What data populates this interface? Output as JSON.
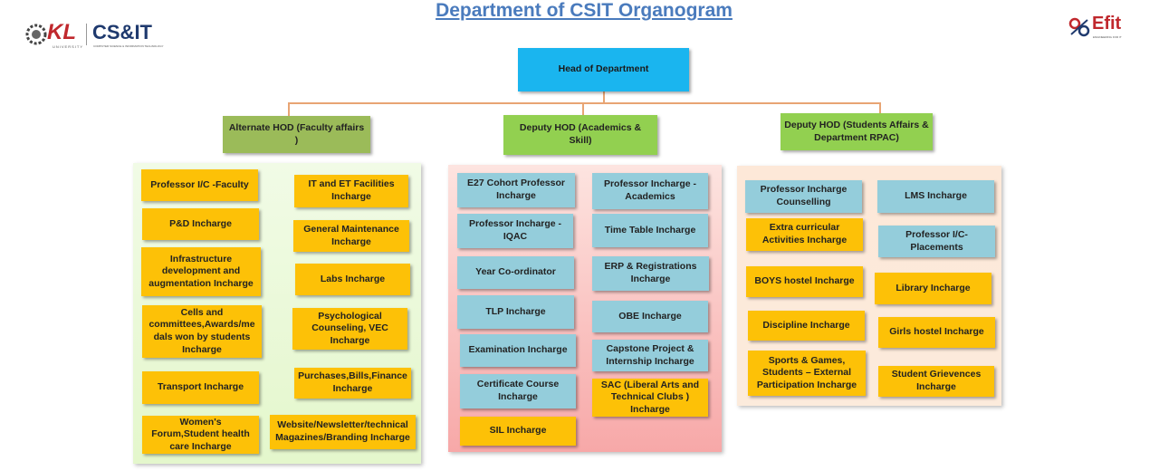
{
  "header": {
    "title": "Department of CSIT Organogram",
    "left_logo_kl": "KL",
    "left_logo_university": "UNIVERSITY",
    "left_logo_cs": "CS&IT",
    "left_logo_sub": "COMPUTER SCIENCE & INFORMATION TECHNOLOGY",
    "right_logo_text": "Efit",
    "right_logo_sub": "ENGINEERING FOR IT"
  },
  "colors": {
    "accent_orange": "#fdc107",
    "accent_blue": "#94cddb",
    "green": "#92d050",
    "connector": "#e8a574",
    "title": "#4a7bbd"
  },
  "head": "Head of Department",
  "branches": [
    {
      "title": "Alternate HOD (Faculty affairs )",
      "col1": [
        "Professor I/C -Faculty",
        "P&D  Incharge",
        "Infrastructure development and augmentation Incharge",
        "Cells and committees,Awards/me dals won by students Incharge",
        "Transport  Incharge",
        "Women's Forum,Student health care Incharge"
      ],
      "col2": [
        "IT and ET Facilities Incharge",
        "General Maintenance Incharge",
        "Labs Incharge",
        "Psychological Counseling, VEC Incharge",
        "Purchases,Bills,Finance Incharge",
        "Website/Newsletter/technical Magazines/Branding Incharge"
      ]
    },
    {
      "title": "Deputy HOD (Academics & Skill)",
      "col1": [
        "E27 Cohort Professor Incharge",
        "Professor Incharge - IQAC",
        "Year Co-ordinator",
        "TLP Incharge",
        "Examination Incharge",
        "Certificate Course Incharge",
        "SIL Incharge"
      ],
      "col2": [
        "Professor Incharge - Academics",
        "Time Table Incharge",
        "ERP & Registrations Incharge",
        "OBE Incharge",
        "Capstone Project & Internship Incharge",
        "SAC (Liberal Arts and Technical Clubs ) Incharge"
      ]
    },
    {
      "title": "Deputy HOD (Students Affairs & Department RPAC)",
      "col1": [
        "Professor Incharge Counselling",
        "Extra curricular Activities Incharge",
        "BOYS hostel Incharge",
        "Discipline Incharge",
        "Sports & Games, Students – External Participation Incharge"
      ],
      "col2": [
        "LMS  Incharge",
        "Professor I/C-Placements",
        "Library Incharge",
        "Girls hostel Incharge",
        "Student Grievences Incharge"
      ]
    }
  ]
}
